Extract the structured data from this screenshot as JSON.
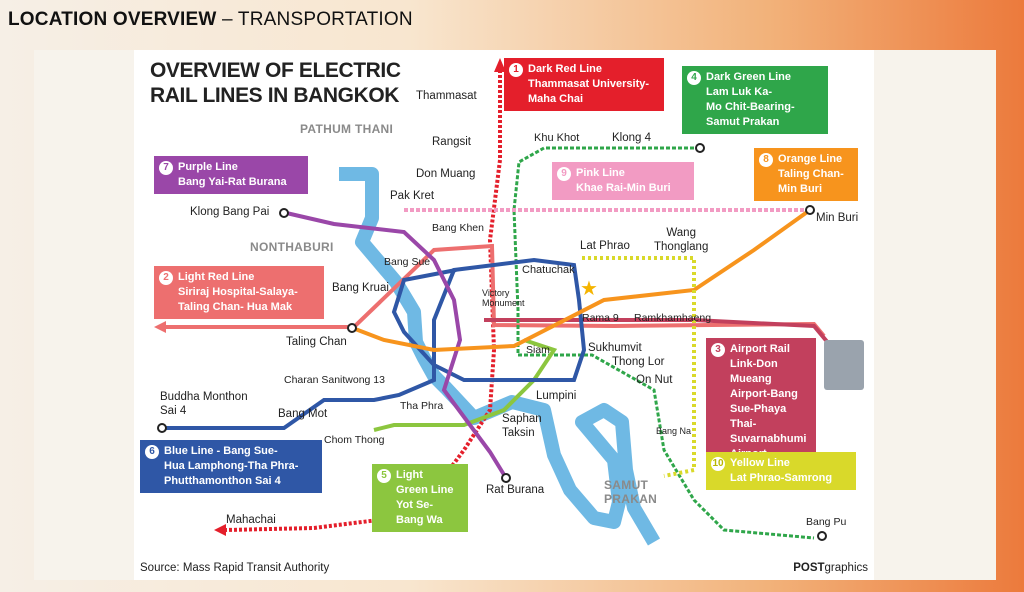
{
  "slide": {
    "title_bold": "LOCATION OVERVIEW",
    "title_rest": " – TRANSPORTATION"
  },
  "map": {
    "title_line1": "OVERVIEW OF ELECTRIC",
    "title_line2": "RAIL LINES IN BANGKOK",
    "source": "Source: Mass Rapid Transit Authority",
    "credit_bold": "POST",
    "credit_rest": "graphics",
    "areas": {
      "pathum_thani": "PATHUM THANI",
      "nonthaburi": "NONTHABURI",
      "samut_prakan_1": "SAMUT",
      "samut_prakan_2": "PRAKAN"
    },
    "lines": [
      {
        "num": "1",
        "name": "Dark Red Line",
        "desc1": "Thammasat University-",
        "desc2": "Maha Chai",
        "desc3": "",
        "color": "#e41f2b"
      },
      {
        "num": "2",
        "name": "Light Red Line",
        "desc1": "Siriraj Hospital-Salaya-",
        "desc2": "Taling Chan- Hua Mak",
        "desc3": "",
        "color": "#ed6f6f"
      },
      {
        "num": "3",
        "name": "Airport Rail",
        "desc1": "Link-Don Mueang",
        "desc2": "Airport-Bang",
        "desc3": "Sue-Phaya Thai-",
        "desc4": "Suvarnabhumi",
        "desc5": "Airport",
        "color": "#c2405d"
      },
      {
        "num": "4",
        "name": "Dark Green Line",
        "desc1": "Lam Luk Ka-",
        "desc2": "Mo Chit-Bearing-",
        "desc3": "Samut Prakan",
        "color": "#2fa64a"
      },
      {
        "num": "5",
        "name": "Light",
        "desc1": "Green Line",
        "desc2": "Yot Se-",
        "desc3": "Bang Wa",
        "color": "#8cc63f"
      },
      {
        "num": "6",
        "name": "Blue Line - Bang Sue-",
        "desc1": "Hua Lamphong-Tha Phra-",
        "desc2": "Phutthamonthon Sai 4",
        "desc3": "",
        "color": "#2f57a6"
      },
      {
        "num": "7",
        "name": "Purple Line",
        "desc1": "Bang Yai-Rat Burana",
        "desc2": "",
        "desc3": "",
        "color": "#9a47a8"
      },
      {
        "num": "8",
        "name": "Orange Line",
        "desc1": "Taling Chan-",
        "desc2": "Min Buri",
        "desc3": "",
        "color": "#f7941d"
      },
      {
        "num": "9",
        "name": "Pink Line",
        "desc1": "Khae Rai-Min Buri",
        "desc2": "",
        "desc3": "",
        "color": "#f29bc3"
      },
      {
        "num": "10",
        "name": "Yellow Line",
        "desc1": "Lat Phrao-Samrong",
        "desc2": "",
        "desc3": "",
        "color": "#d9d92a"
      }
    ],
    "stations": {
      "thammasat": "Thammasat",
      "rangsit": "Rangsit",
      "khu_khot": "Khu Khot",
      "klong4": "Klong 4",
      "don_muang": "Don Muang",
      "pak_kret": "Pak Kret",
      "klong_bang_pai": "Klong Bang Pai",
      "bang_khen": "Bang Khen",
      "bang_sue": "Bang Sue",
      "bang_kruai": "Bang Kruai",
      "chatuchak": "Chatuchak",
      "lat_phrao": "Lat Phrao",
      "wang_thonglang_1": "Wang",
      "wang_thonglang_2": "Thonglang",
      "min_buri": "Min Buri",
      "victory_1": "Victory",
      "victory_2": "Monument",
      "rama9": "Rama 9",
      "ramkhamhaeng": "Ramkhamhaeng",
      "taling_chan": "Taling Chan",
      "siam": "Siam",
      "sukhumvit": "Sukhumvit",
      "thong_lor": "Thong Lor",
      "on_nut": "On Nut",
      "charan": "Charan Sanitwong 13",
      "lumpini": "Lumpini",
      "buddha_1": "Buddha Monthon",
      "buddha_2": "Sai 4",
      "bang_mot": "Bang Mot",
      "tha_phra": "Tha Phra",
      "saphan_1": "Saphan",
      "saphan_2": "Taksin",
      "chom_thong": "Chom Thong",
      "bang_na": "Bang Na",
      "rat_burana": "Rat Burana",
      "mahachai": "Mahachai",
      "bang_pu": "Bang Pu"
    }
  }
}
